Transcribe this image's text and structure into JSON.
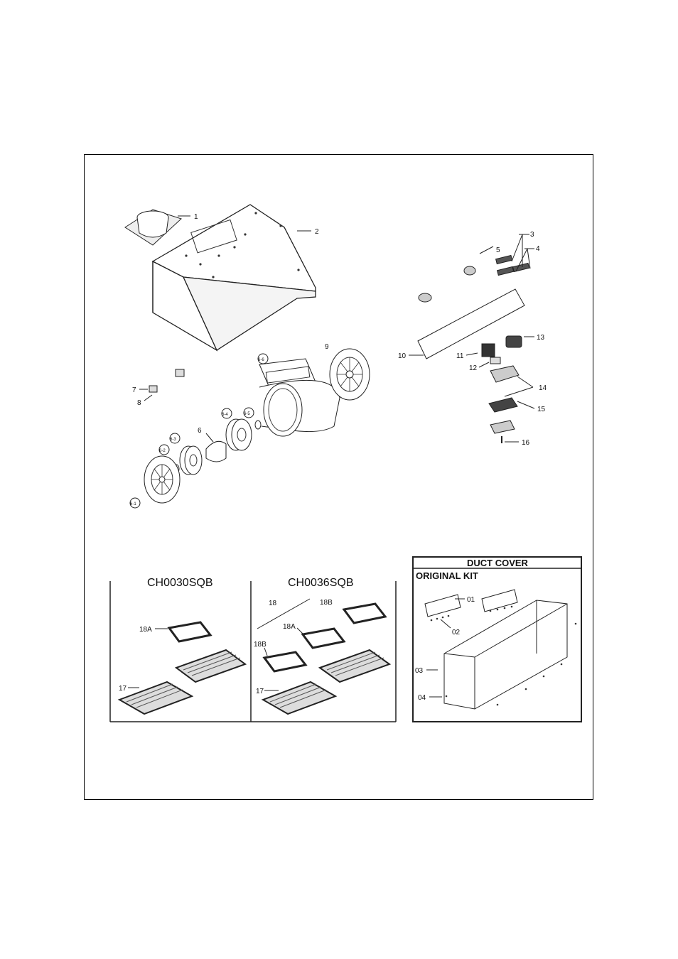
{
  "parts": {
    "p1": "1",
    "p2": "2",
    "p3": "3",
    "p4": "4",
    "p5": "5",
    "p6": "6",
    "p6_1": "6-1",
    "p6_2": "6-2",
    "p6_3": "6-3",
    "p6_4": "6-4",
    "p6_5": "6-5",
    "p6_6": "6-6",
    "p7": "7",
    "p8": "8",
    "p9": "9",
    "p10": "10",
    "p11": "11",
    "p12": "12",
    "p13": "13",
    "p14": "14",
    "p15": "15",
    "p16": "16"
  },
  "models": {
    "left_title": "CH0030SQB",
    "right_title": "CH0036SQB",
    "labels": {
      "p18": "18",
      "p18a": "18A",
      "p18b": "18B",
      "p17": "17"
    }
  },
  "duct_cover": {
    "title": "DUCT COVER",
    "subtitle": "ORIGINAL KIT",
    "parts": {
      "d01": "01",
      "d02": "02",
      "d03": "03",
      "d04": "04"
    }
  }
}
